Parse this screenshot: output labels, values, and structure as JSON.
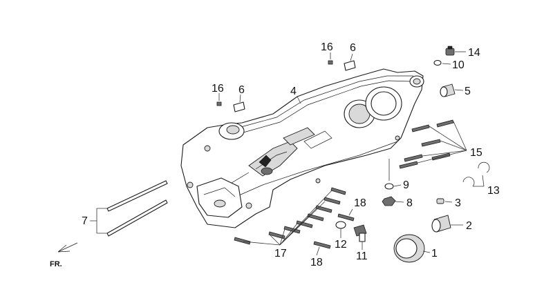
{
  "labels": {
    "l1": "1",
    "l2": "2",
    "l3": "3",
    "l4": "4",
    "l5": "5",
    "l6a": "6",
    "l6b": "6",
    "l7": "7",
    "l8": "8",
    "l9": "9",
    "l10": "10",
    "l11": "11",
    "l12": "12",
    "l13": "13",
    "l14": "14",
    "l15": "15",
    "l16a": "16",
    "l16b": "16",
    "l17": "17",
    "l18a": "18",
    "l18b": "18"
  },
  "direction_label": "FR."
}
